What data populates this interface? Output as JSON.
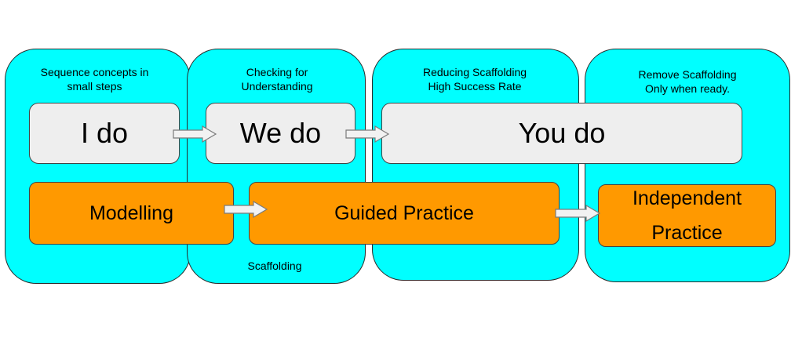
{
  "panels": [
    {
      "caption": "Sequence concepts in\nsmall  steps"
    },
    {
      "caption": "Checking for\nUnderstanding"
    },
    {
      "caption": "Reducing Scaffolding\nHigh Success Rate"
    },
    {
      "caption": "Remove Scaffolding\nOnly when ready."
    }
  ],
  "bottom_caption": "Scaffolding",
  "stages": [
    "I do",
    "We do",
    "You do"
  ],
  "practices": [
    "Modelling",
    "Guided Practice",
    "Independent\nPractice"
  ],
  "colors": {
    "panel": "#00ffff",
    "stage_box": "#eeeeee",
    "practice_box": "#ff9900",
    "outline": "#444444"
  }
}
